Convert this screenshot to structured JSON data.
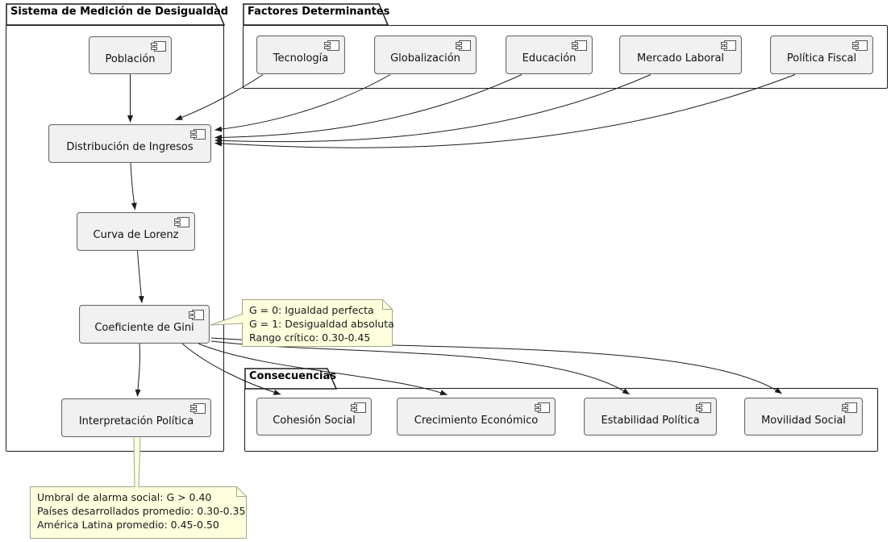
{
  "diagram_type": "uml-component-diagram",
  "packages": [
    {
      "title": "Sistema de Medición de Desigualdad",
      "components": [
        "Población",
        "Distribución de Ingresos",
        "Curva de Lorenz",
        "Coeficiente de Gini",
        "Interpretación Política"
      ]
    },
    {
      "title": "Factores Determinantes",
      "components": [
        "Tecnología",
        "Globalización",
        "Educación",
        "Mercado Laboral",
        "Política Fiscal"
      ]
    },
    {
      "title": "Consecuencias",
      "components": [
        "Cohesión Social",
        "Crecimiento Económico",
        "Estabilidad Política",
        "Movilidad Social"
      ]
    }
  ],
  "notes": [
    {
      "attached_to": "Coeficiente de Gini",
      "lines": [
        "G = 0: Igualdad perfecta",
        "G = 1: Desigualdad absoluta",
        "Rango crítico: 0.30-0.45"
      ]
    },
    {
      "attached_to": "Interpretación Política",
      "lines": [
        "Umbral de alarma social: G > 0.40",
        "Países desarrollados promedio: 0.30-0.35",
        "América Latina promedio: 0.45-0.50"
      ]
    }
  ],
  "edges": [
    {
      "from": "Población",
      "to": "Distribución de Ingresos"
    },
    {
      "from": "Tecnología",
      "to": "Distribución de Ingresos"
    },
    {
      "from": "Globalización",
      "to": "Distribución de Ingresos"
    },
    {
      "from": "Educación",
      "to": "Distribución de Ingresos"
    },
    {
      "from": "Mercado Laboral",
      "to": "Distribución de Ingresos"
    },
    {
      "from": "Política Fiscal",
      "to": "Distribución de Ingresos"
    },
    {
      "from": "Distribución de Ingresos",
      "to": "Curva de Lorenz"
    },
    {
      "from": "Curva de Lorenz",
      "to": "Coeficiente de Gini"
    },
    {
      "from": "Coeficiente de Gini",
      "to": "Interpretación Política"
    },
    {
      "from": "Coeficiente de Gini",
      "to": "Cohesión Social"
    },
    {
      "from": "Coeficiente de Gini",
      "to": "Crecimiento Económico"
    },
    {
      "from": "Coeficiente de Gini",
      "to": "Estabilidad Política"
    },
    {
      "from": "Coeficiente de Gini",
      "to": "Movilidad Social"
    }
  ],
  "colors": {
    "component_fill": "#f1f1f1",
    "component_border": "#696969",
    "package_border": "#1b1b1b",
    "note_fill": "#feffdd",
    "note_border": "#a5a58d",
    "arrow": "#1b1b1b"
  },
  "icons": {
    "component_marker": "component-icon"
  }
}
